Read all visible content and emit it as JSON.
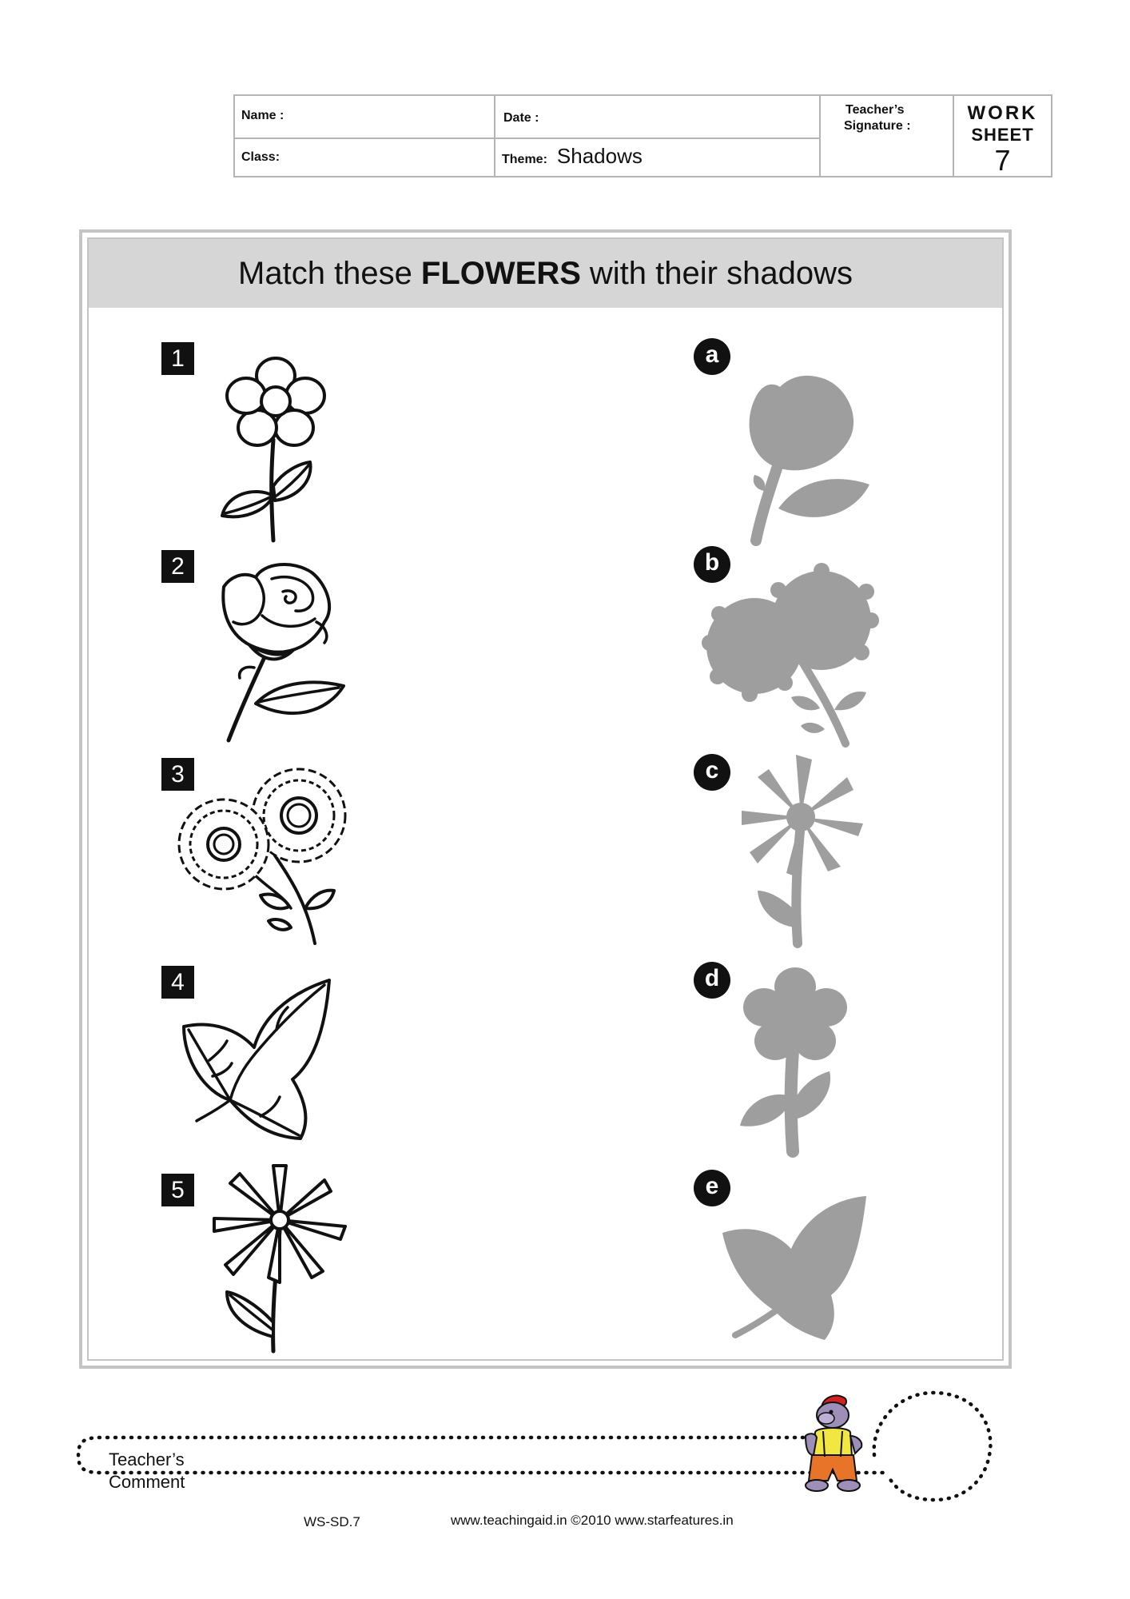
{
  "header": {
    "name_label": "Name :",
    "date_label": "Date :",
    "class_label": "Class:",
    "theme_label": "Theme:",
    "theme_value": "Shadows",
    "signature_label_1": "Teacher’s",
    "signature_label_2": "Signature :",
    "worksheet_line1": "WORK",
    "worksheet_line2": "SHEET",
    "worksheet_number": "7"
  },
  "title": {
    "prefix": "Match these",
    "bold": "FLOWERS",
    "suffix": "with their shadows"
  },
  "items": [
    {
      "number": "1",
      "picture": "daisy-flower-icon"
    },
    {
      "number": "2",
      "picture": "rose-icon"
    },
    {
      "number": "3",
      "picture": "sunflowers-pair-icon"
    },
    {
      "number": "4",
      "picture": "ivy-leaf-icon"
    },
    {
      "number": "5",
      "picture": "star-flower-icon"
    }
  ],
  "shadows": [
    {
      "letter": "a",
      "picture": "rose-shadow-icon"
    },
    {
      "letter": "b",
      "picture": "sunflowers-shadow-icon"
    },
    {
      "letter": "c",
      "picture": "star-flower-shadow-icon"
    },
    {
      "letter": "d",
      "picture": "daisy-shadow-icon"
    },
    {
      "letter": "e",
      "picture": "ivy-leaf-shadow-icon"
    }
  ],
  "footer": {
    "comment_line1": "Teacher’s",
    "comment_line2": "Comment",
    "code": "WS-SD.7",
    "site": "www.teachingaid.in ©2010 www.starfeatures.in"
  },
  "colors": {
    "shadow": "#9e9e9e",
    "title_bar": "#d6d6d6",
    "border": "#c4c4c4"
  }
}
